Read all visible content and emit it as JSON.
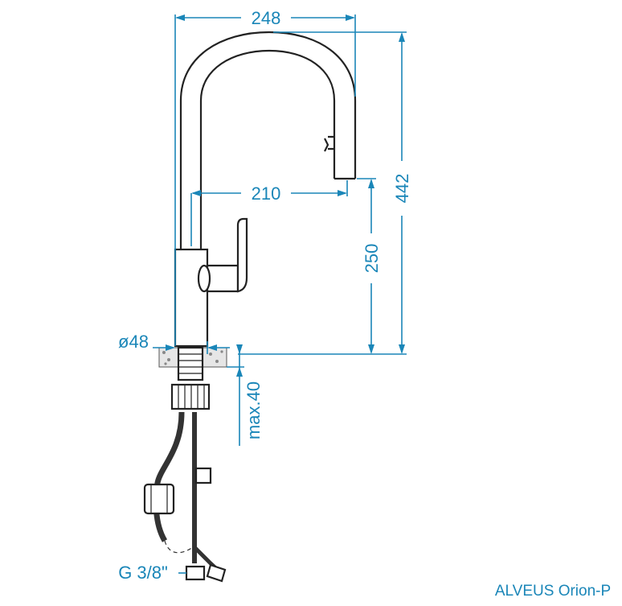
{
  "dimensions": {
    "width_total": "248",
    "spout_reach": "210",
    "total_height": "442",
    "spout_height": "250",
    "base_diameter": "ø48",
    "max_thickness": "max.40",
    "connection": "G 3/8\""
  },
  "product": {
    "name": "ALVEUS Orion-P"
  },
  "colors": {
    "dimension": "#1a86b8",
    "outline": "#222222"
  }
}
